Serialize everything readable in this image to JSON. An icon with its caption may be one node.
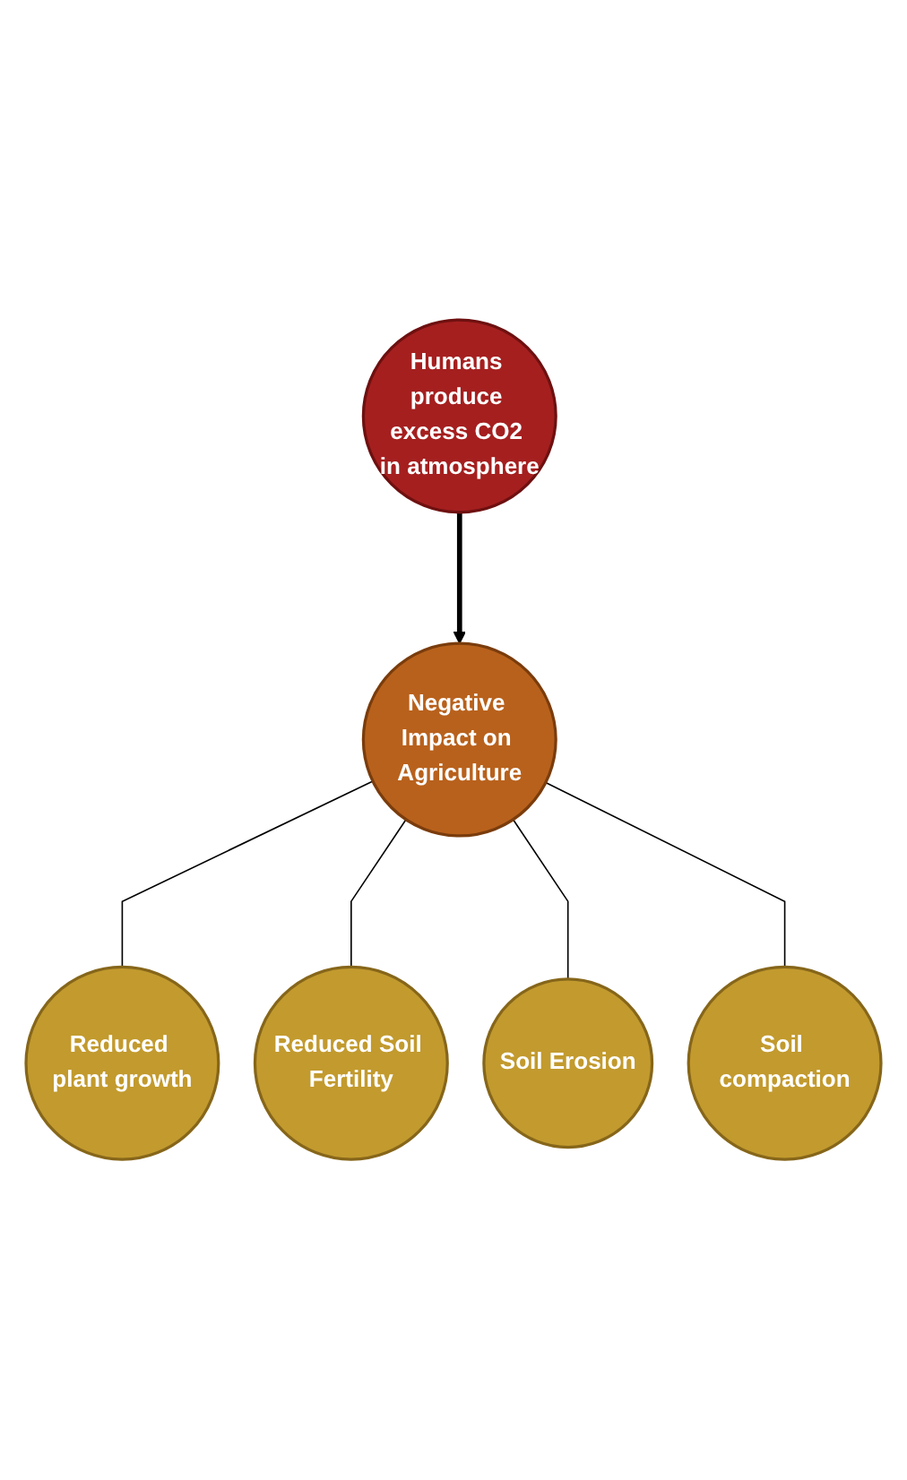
{
  "diagram": {
    "nodes": [
      {
        "text": [
          "Humans produce excess CO2 in atmosphere"
        ]
      },
      {
        "text": [
          "Negative Impact on Agriculture"
        ]
      },
      {
        "text": [
          "Reduced plant growth"
        ]
      },
      {
        "text": [
          "Reduced Soil Fertility"
        ]
      },
      {
        "text": [
          "Soil Erosion"
        ]
      },
      {
        "text": [
          "Soil compaction"
        ]
      }
    ],
    "edges": [
      {
        "from": 0,
        "to": 1,
        "arrow": "to",
        "style": "thick"
      },
      {
        "from": 1,
        "to": 2,
        "arrow": "none"
      },
      {
        "from": 1,
        "to": 3,
        "arrow": "none"
      },
      {
        "from": 1,
        "to": 4,
        "arrow": "none"
      },
      {
        "from": 1,
        "to": 5,
        "arrow": "none"
      }
    ]
  }
}
